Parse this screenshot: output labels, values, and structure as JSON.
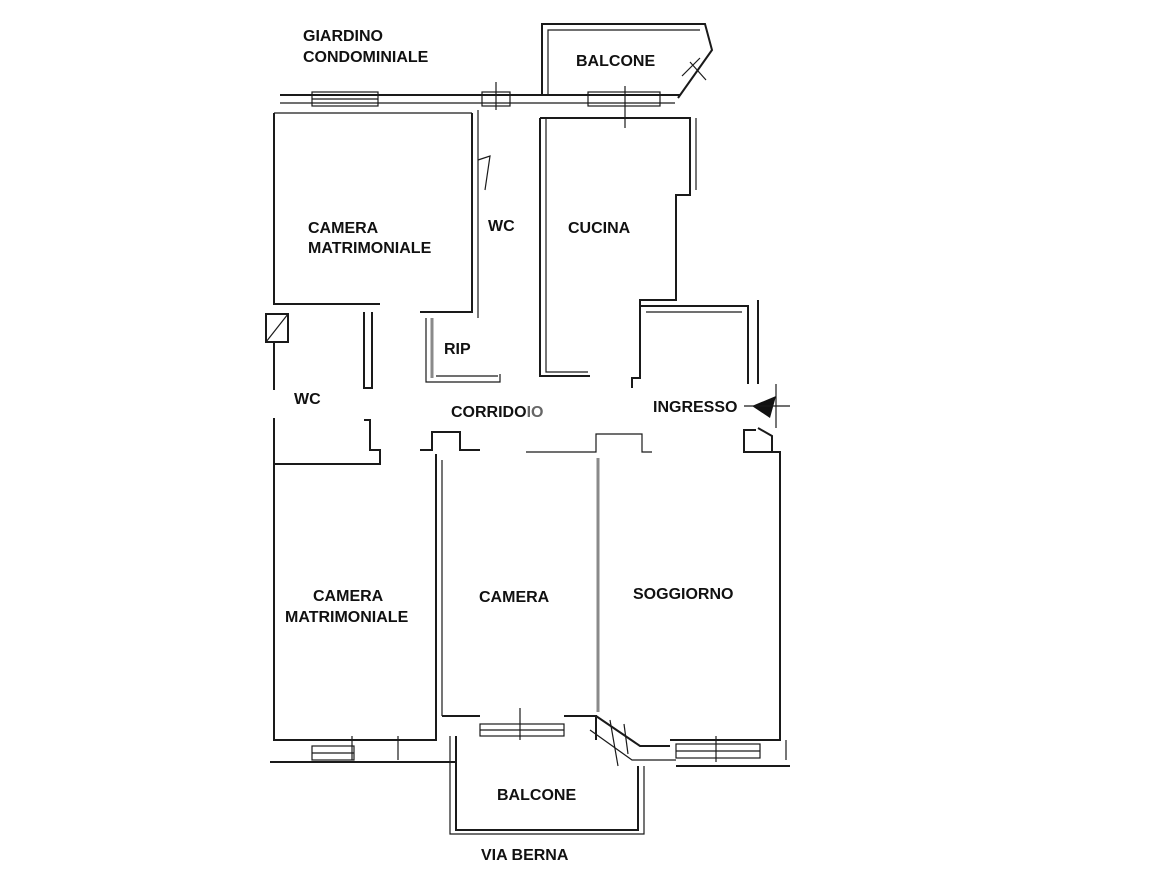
{
  "outside": {
    "garden_line1": "GIARDINO",
    "garden_line2": "CONDOMINIALE",
    "street": "VIA BERNA"
  },
  "rooms": {
    "balcony_top": "BALCONE",
    "master_bedroom_top_line1": "CAMERA",
    "master_bedroom_top_line2": "MATRIMONIALE",
    "wc_top": "WC",
    "kitchen": "CUCINA",
    "storage": "RIP",
    "wc_left": "WC",
    "corridor_main": "CORRIDO",
    "corridor_tail": "IO",
    "entrance": "INGRESSO",
    "master_bedroom_bottom_line1": "CAMERA",
    "master_bedroom_bottom_line2": "MATRIMONIALE",
    "bedroom": "CAMERA",
    "living_room": "SOGGIORNO",
    "balcony_bottom": "BALCONE"
  }
}
